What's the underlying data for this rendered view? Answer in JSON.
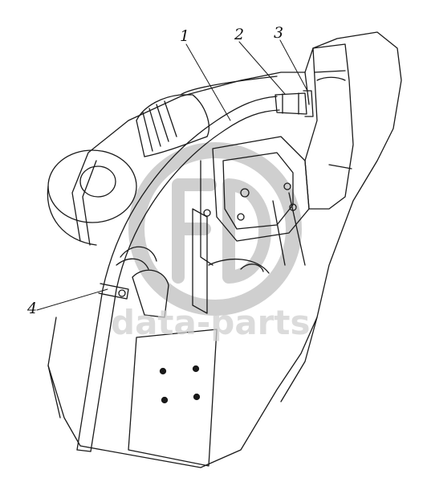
{
  "callouts": [
    {
      "id": "1",
      "label": "1"
    },
    {
      "id": "2",
      "label": "2"
    },
    {
      "id": "3",
      "label": "3"
    },
    {
      "id": "4",
      "label": "4"
    }
  ],
  "watermark": {
    "text": "data-parts",
    "color": "#cfcfcf"
  },
  "colors": {
    "ink": "#1a1a1a",
    "background": "#ffffff",
    "watermark": "#cfcfcf"
  }
}
